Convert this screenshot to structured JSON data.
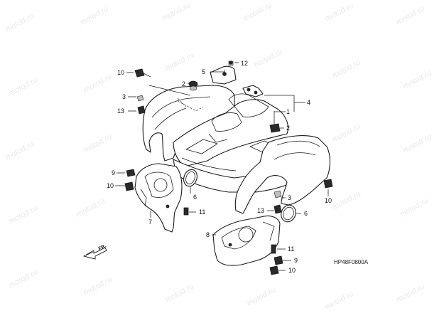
{
  "diagram": {
    "watermark_text": "motod.ru",
    "figure_code": "HP48F0800A",
    "direction_label": "FR.",
    "callouts": {
      "c1": "1",
      "c2a": "2",
      "c2b": "2",
      "c3a": "3",
      "c3b": "3",
      "c4": "4",
      "c5": "5",
      "c6a": "6",
      "c6b": "6",
      "c7": "7",
      "c8": "8",
      "c9a": "9",
      "c9b": "9",
      "c10a": "10",
      "c10b": "10",
      "c10c": "10",
      "c10d": "10",
      "c11a": "11",
      "c11b": "11",
      "c12": "12",
      "c13a": "13",
      "c13b": "13"
    }
  }
}
